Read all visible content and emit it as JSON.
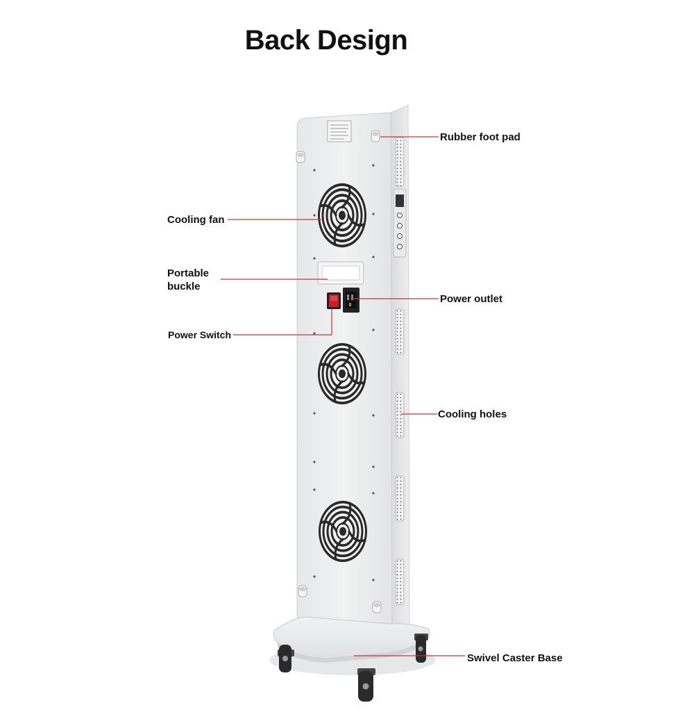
{
  "title": "Back Design",
  "colors": {
    "leader_line": "#c0393b",
    "panel": "#eceded",
    "panel_side": "#e1e2e3",
    "switch_red": "#c8202a"
  },
  "labels": {
    "rubber_foot_pad": "Rubber foot pad",
    "cooling_fan": "Cooling fan",
    "portable_buckle_1": "Portable",
    "portable_buckle_2": "buckle",
    "power_outlet": "Power outlet",
    "power_switch": "Power Switch",
    "cooling_holes": "Cooling holes",
    "swivel_caster_base": "Swivel Caster Base"
  },
  "icons": {
    "fan": "fan-grille-icon",
    "switch": "power-switch-icon",
    "outlet": "power-outlet-icon",
    "caster": "caster-wheel-icon"
  }
}
